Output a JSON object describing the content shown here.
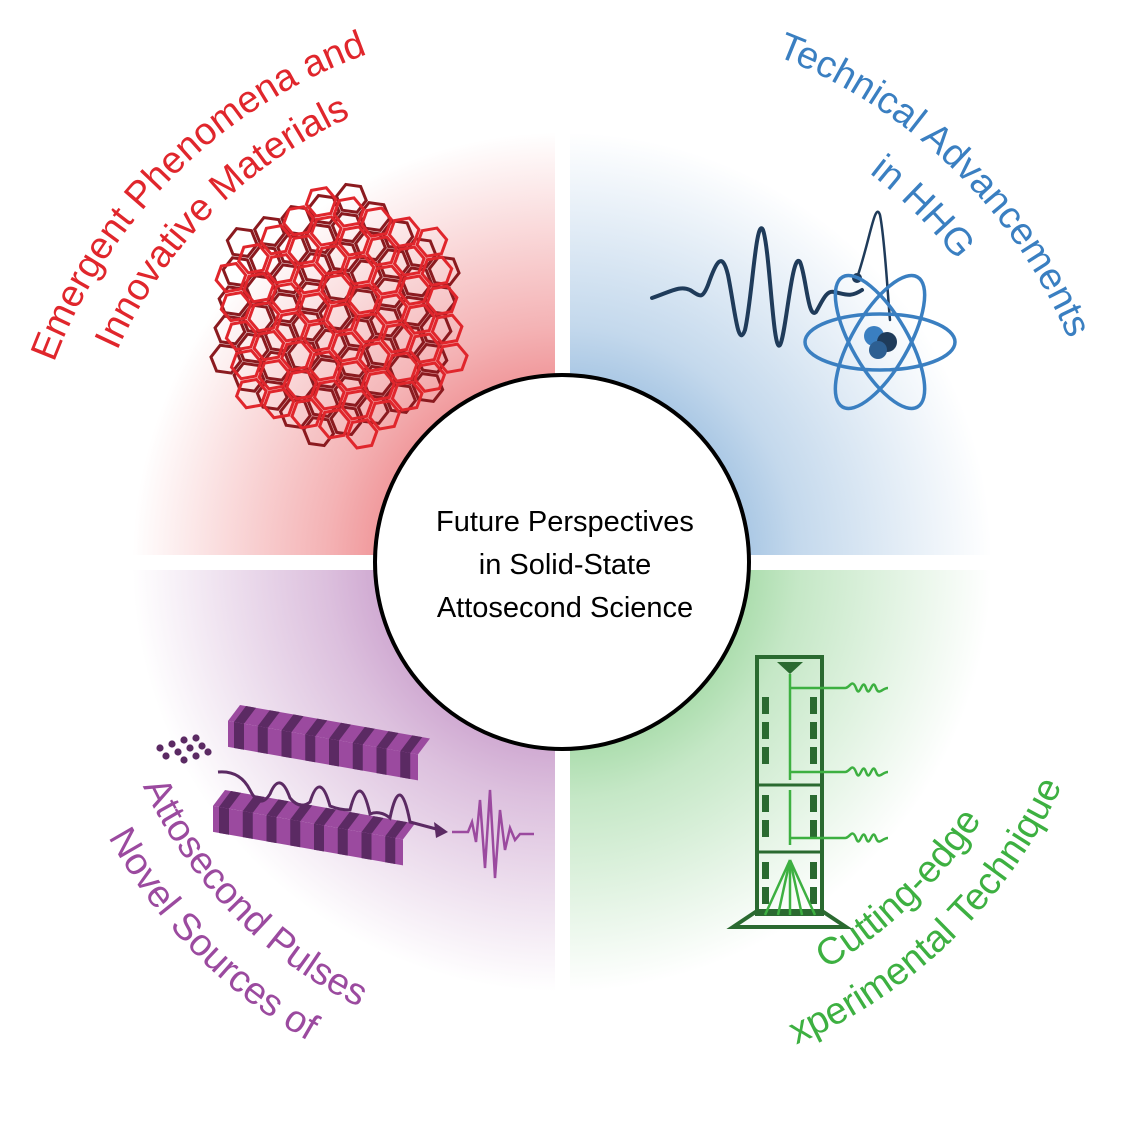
{
  "center": {
    "line1": "Future Perspectives",
    "line2": "in Solid-State",
    "line3": "Attosecond Science"
  },
  "quadrants": {
    "top_left": {
      "line1": "Emergent Phenomena and",
      "line2": "Innovative Materials",
      "color": "#e0262c",
      "icon": "hexagonal-lattice-icon"
    },
    "top_right": {
      "line1": "Technical Advancements",
      "line2": "in HHG",
      "color": "#3a7fc1",
      "icon": "atom-laser-pulse-icon"
    },
    "bottom_left": {
      "line1": "Novel Sources of",
      "line2": "Attosecond Pulses",
      "color": "#9b4a9f",
      "icon": "undulator-icon"
    },
    "bottom_right": {
      "line1": "Cutting-edge",
      "line2": "Experimental Techniques",
      "color": "#3db041",
      "icon": "spectrometer-column-icon"
    }
  },
  "colors": {
    "center_border": "#000000",
    "wave_dark": "#1f3b5a",
    "lattice_dark": "#8b1a1f",
    "undulator_dark": "#5b2a63",
    "column_dark": "#2a6a30"
  }
}
